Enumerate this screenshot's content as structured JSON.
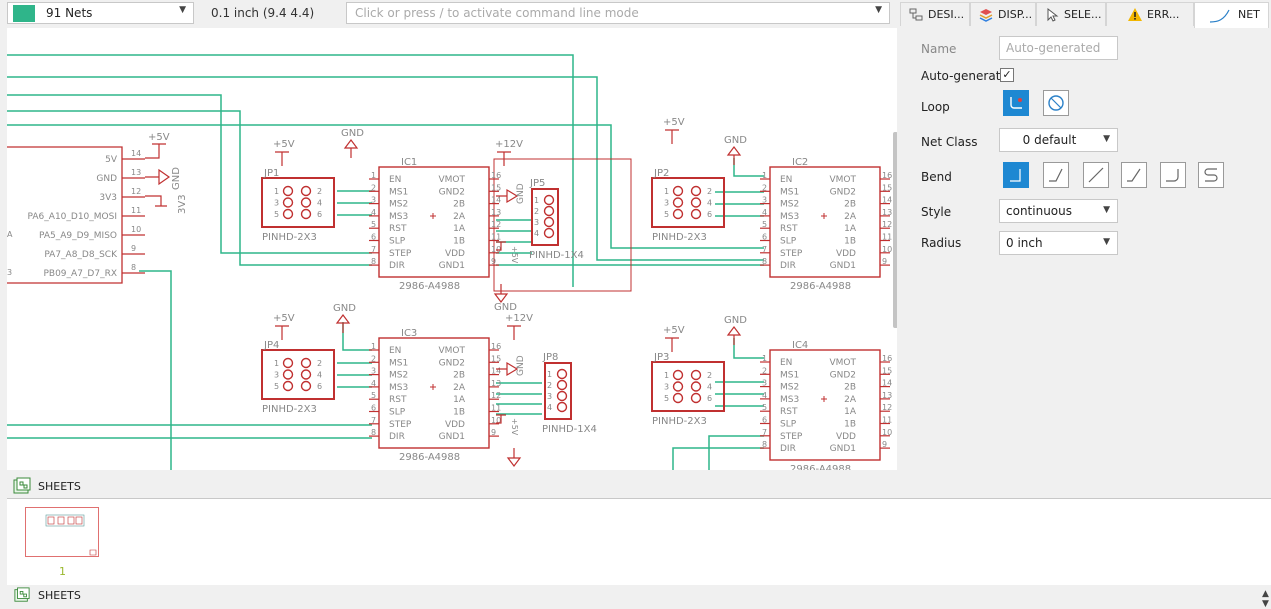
{
  "toolbar": {
    "net_count": "91 Nets",
    "net_color": "#2fb58a",
    "grid": "0.1 inch (9.4 4.4)",
    "command_placeholder": "Click or press / to activate command line mode"
  },
  "tabs": [
    {
      "label": "DESI...",
      "icon": "design-tree-icon"
    },
    {
      "label": "DISP...",
      "icon": "layers-icon"
    },
    {
      "label": "SELE...",
      "icon": "cursor-icon"
    },
    {
      "label": "ERR...",
      "icon": "warning-icon"
    },
    {
      "label": "NET",
      "icon": "net-wire-icon",
      "active": true
    }
  ],
  "properties": {
    "name_label": "Name",
    "name_placeholder": "Auto-generated",
    "autogen_label": "Auto-generate",
    "autogen_checked": "✓",
    "loop_label": "Loop",
    "netclass_label": "Net Class",
    "netclass_value": "0 default",
    "bend_label": "Bend",
    "style_label": "Style",
    "style_value": "continuous",
    "radius_label": "Radius",
    "radius_value": "0 inch"
  },
  "sheets": {
    "header": "SHEETS",
    "header2": "SHEETS",
    "page_number": "1"
  },
  "schematic": {
    "colors": {
      "part": "#c03030",
      "net": "#2fb58a",
      "text": "#888888"
    },
    "left_connector": {
      "pins": [
        {
          "name": "5V",
          "num": "14"
        },
        {
          "name": "GND",
          "num": "13"
        },
        {
          "name": "3V3",
          "num": "12"
        },
        {
          "name": "PA6_A10_D10_MOSI",
          "num": "11"
        },
        {
          "name": "PA5_A9_D9_MISO",
          "num": "10"
        },
        {
          "name": "PA7_A8_D8_SCK",
          "num": "9"
        },
        {
          "name": "PB09_A7_D7_RX",
          "num": "8"
        }
      ],
      "edge_a": "A",
      "edge_b": "3"
    },
    "supply_labels": {
      "p5v": "+5V",
      "p12v": "+12V",
      "gnd": "GND",
      "v3v3": "3V3"
    },
    "drivers": [
      {
        "name": "IC1",
        "value": "2986-A4988"
      },
      {
        "name": "IC2",
        "value": "2986-A4988"
      },
      {
        "name": "IC3",
        "value": "2986-A4988"
      },
      {
        "name": "IC4",
        "value": "2986-A4988"
      }
    ],
    "driver_left_pins": [
      {
        "num": "1",
        "name": "EN"
      },
      {
        "num": "2",
        "name": "MS1"
      },
      {
        "num": "3",
        "name": "MS2"
      },
      {
        "num": "4",
        "name": "MS3"
      },
      {
        "num": "5",
        "name": "RST"
      },
      {
        "num": "6",
        "name": "SLP"
      },
      {
        "num": "7",
        "name": "STEP"
      },
      {
        "num": "8",
        "name": "DIR"
      }
    ],
    "driver_right_pins": [
      {
        "num": "16",
        "name": "VMOT"
      },
      {
        "num": "15",
        "name": "GND2"
      },
      {
        "num": "14",
        "name": "2B"
      },
      {
        "num": "13",
        "name": "2A"
      },
      {
        "num": "12",
        "name": "1A"
      },
      {
        "num": "11",
        "name": "1B"
      },
      {
        "num": "10",
        "name": "VDD"
      },
      {
        "num": "9",
        "name": "GND1"
      }
    ],
    "headers_2x3": [
      {
        "name": "JP1",
        "value": "PINHD-2X3"
      },
      {
        "name": "JP2",
        "value": "PINHD-2X3"
      },
      {
        "name": "JP4",
        "value": "PINHD-2X3"
      },
      {
        "name": "JP3",
        "value": "PINHD-2X3"
      }
    ],
    "header_2x3_pins": [
      "1",
      "2",
      "3",
      "4",
      "5",
      "6"
    ],
    "headers_1x4": [
      {
        "name": "JP5",
        "value": "PINHD-1X4"
      },
      {
        "name": "JP8",
        "value": "PINHD-1X4"
      }
    ],
    "header_1x4_pins": [
      "1",
      "2",
      "3",
      "4"
    ]
  }
}
